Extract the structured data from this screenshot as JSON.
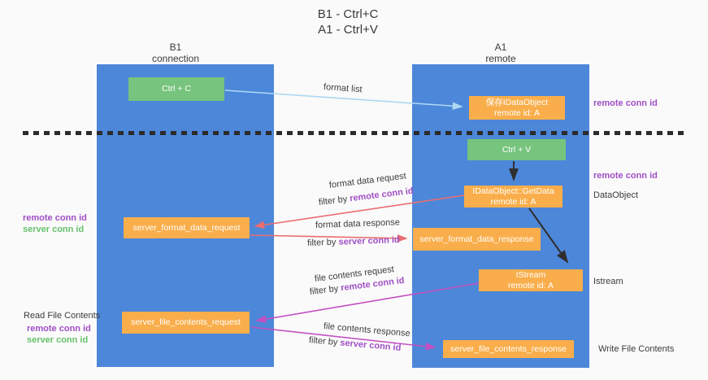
{
  "title": {
    "line1": "B1 - Ctrl+C",
    "line2": "A1 - Ctrl+V"
  },
  "columns": {
    "left": {
      "line1": "B1",
      "line2": "connection"
    },
    "right": {
      "line1": "A1",
      "line2": "remote"
    }
  },
  "nodes": {
    "ctrl_c": "Ctrl + C",
    "ctrl_v": "Ctrl + V",
    "save_idataobject": {
      "line1": "保存IDataObject",
      "line2": "remote id: A"
    },
    "getdata": {
      "line1": "IDataObject::GetData",
      "line2": "remote id: A"
    },
    "istream": {
      "line1": "IStream",
      "line2": "remote id: A"
    },
    "server_format_data_request": "server_format_data_request",
    "server_format_data_response": "server_format_data_response",
    "server_file_contents_request": "server_file_contents_request",
    "server_file_contents_response": "server_file_contents_response"
  },
  "edge_labels": {
    "format_list": "format list",
    "format_data_request": "format data request",
    "format_data_response": "format data response",
    "file_contents_request": "file contents request",
    "file_contents_response": "file contents response",
    "filter_by": "filter by ",
    "remote_conn_id": "remote conn id",
    "server_conn_id": "server conn id"
  },
  "side_labels": {
    "remote_conn_id": "remote conn id",
    "server_conn_id": "server conn id",
    "dataobject": "DataObject",
    "istream": "Istream",
    "read_file_contents": "Read File Contents",
    "write_file_contents": "Write File Contents"
  },
  "colors": {
    "column_blue": "#4d87d9",
    "box_orange": "#f9ae4b",
    "box_green": "#76c47d",
    "arrow_light_blue": "#aed8f2",
    "arrow_red": "#ea6d70",
    "arrow_magenta": "#c44fc0",
    "arrow_black": "#2f2f2f",
    "text_purple": "#a04fc5",
    "text_green": "#67c06b"
  }
}
